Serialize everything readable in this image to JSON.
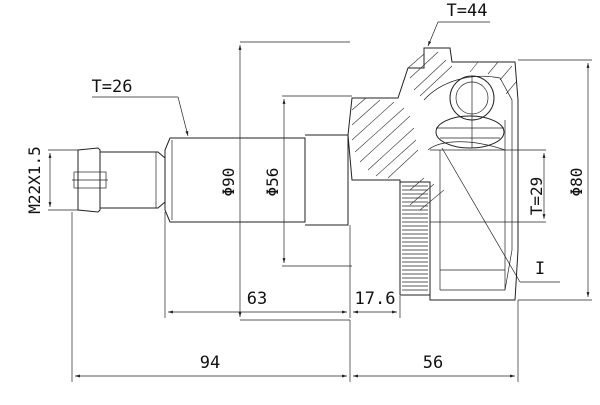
{
  "labels": {
    "thread": "M22X1.5",
    "spline_outer": "T=26",
    "spline_inner": "T=44",
    "abs_teeth": "T=29",
    "dia_90": "Φ90",
    "dia_56": "Φ56",
    "dia_80": "Φ80",
    "len_63": "63",
    "len_17_6": "17.6",
    "len_94": "94",
    "len_56": "56",
    "marker": "I"
  }
}
